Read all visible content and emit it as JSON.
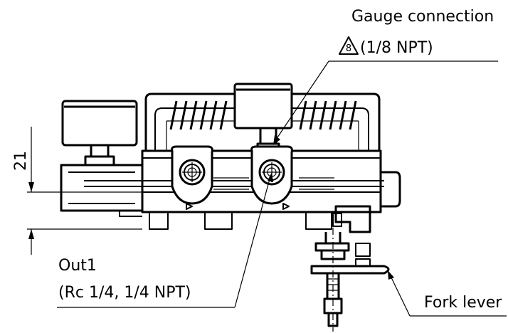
{
  "labels": {
    "gauge_connection": "Gauge connection",
    "gauge_connection_note_number": "8",
    "gauge_connection_thread": "(1/8 NPT)",
    "out1": "Out1",
    "out1_thread": "(Rc 1/4, 1/4 NPT)",
    "fork_lever": "Fork lever",
    "dimension_21": "21"
  }
}
